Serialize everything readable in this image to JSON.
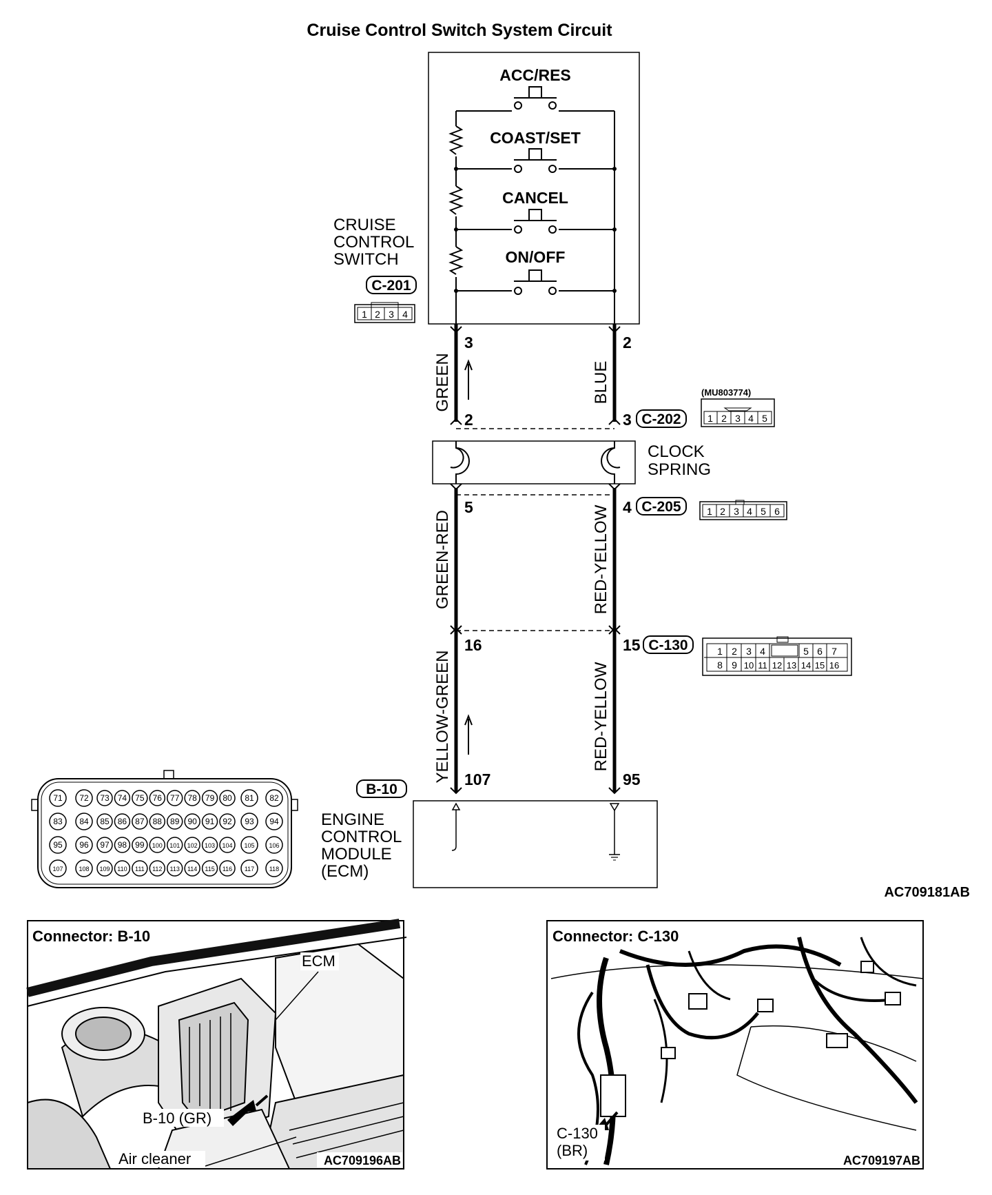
{
  "title": "Cruise Control Switch System Circuit",
  "switches": [
    "ACC/RES",
    "COAST/SET",
    "CANCEL",
    "ON/OFF"
  ],
  "cruise_switch": {
    "label": [
      "CRUISE",
      "CONTROL",
      "SWITCH"
    ],
    "connector": "C-201",
    "pins": [
      "1",
      "2",
      "3",
      "4"
    ]
  },
  "wires": {
    "left": {
      "top_pin": "3",
      "upper_color": "GREEN",
      "mid_pin_top": "2",
      "mid_pin_bottom": "5",
      "mid_color": "GREEN-RED",
      "lower_pin_top": "16",
      "lower_color": "YELLOW-GREEN",
      "ecm_pin": "107"
    },
    "right": {
      "top_pin": "2",
      "upper_color": "BLUE",
      "mid_pin_top": "3",
      "mid_pin_bottom": "4",
      "mid_color": "RED-YELLOW",
      "lower_pin_top": "15",
      "lower_color": "RED-YELLOW",
      "ecm_pin": "95"
    }
  },
  "c202": {
    "id": "C-202",
    "part": "(MU803774)",
    "pins": [
      "1",
      "2",
      "3",
      "4",
      "5"
    ]
  },
  "clock_spring": [
    "CLOCK",
    "SPRING"
  ],
  "c205": {
    "id": "C-205",
    "pins": [
      "1",
      "2",
      "3",
      "4",
      "5",
      "6"
    ]
  },
  "c130": {
    "id": "C-130",
    "row1": [
      "1",
      "2",
      "3",
      "4",
      "5",
      "6",
      "7"
    ],
    "row2": [
      "8",
      "9",
      "10",
      "11",
      "12",
      "13",
      "14",
      "15",
      "16"
    ]
  },
  "b10": {
    "id": "B-10",
    "rows": [
      [
        "71",
        "72",
        "73",
        "74",
        "75",
        "76",
        "77",
        "78",
        "79",
        "80",
        "81",
        "82"
      ],
      [
        "83",
        "84",
        "85",
        "86",
        "87",
        "88",
        "89",
        "90",
        "91",
        "92",
        "93",
        "94"
      ],
      [
        "95",
        "96",
        "97",
        "98",
        "99",
        "100",
        "101",
        "102",
        "103",
        "104",
        "105",
        "106"
      ],
      [
        "107",
        "108",
        "109",
        "110",
        "111",
        "112",
        "113",
        "114",
        "115",
        "116",
        "117",
        "118"
      ]
    ]
  },
  "ecm_label": [
    "ENGINE",
    "CONTROL",
    "MODULE",
    "(ECM)"
  ],
  "figure_code_top": "AC709181AB",
  "photo_left": {
    "title": "Connector: B-10",
    "ecm": "ECM",
    "connector": "B-10 (GR)",
    "air_cleaner": "Air cleaner",
    "code": "AC709196AB"
  },
  "photo_right": {
    "title": "Connector: C-130",
    "connector_line1": "C-130",
    "connector_line2": "(BR)",
    "code": "AC709197AB"
  }
}
